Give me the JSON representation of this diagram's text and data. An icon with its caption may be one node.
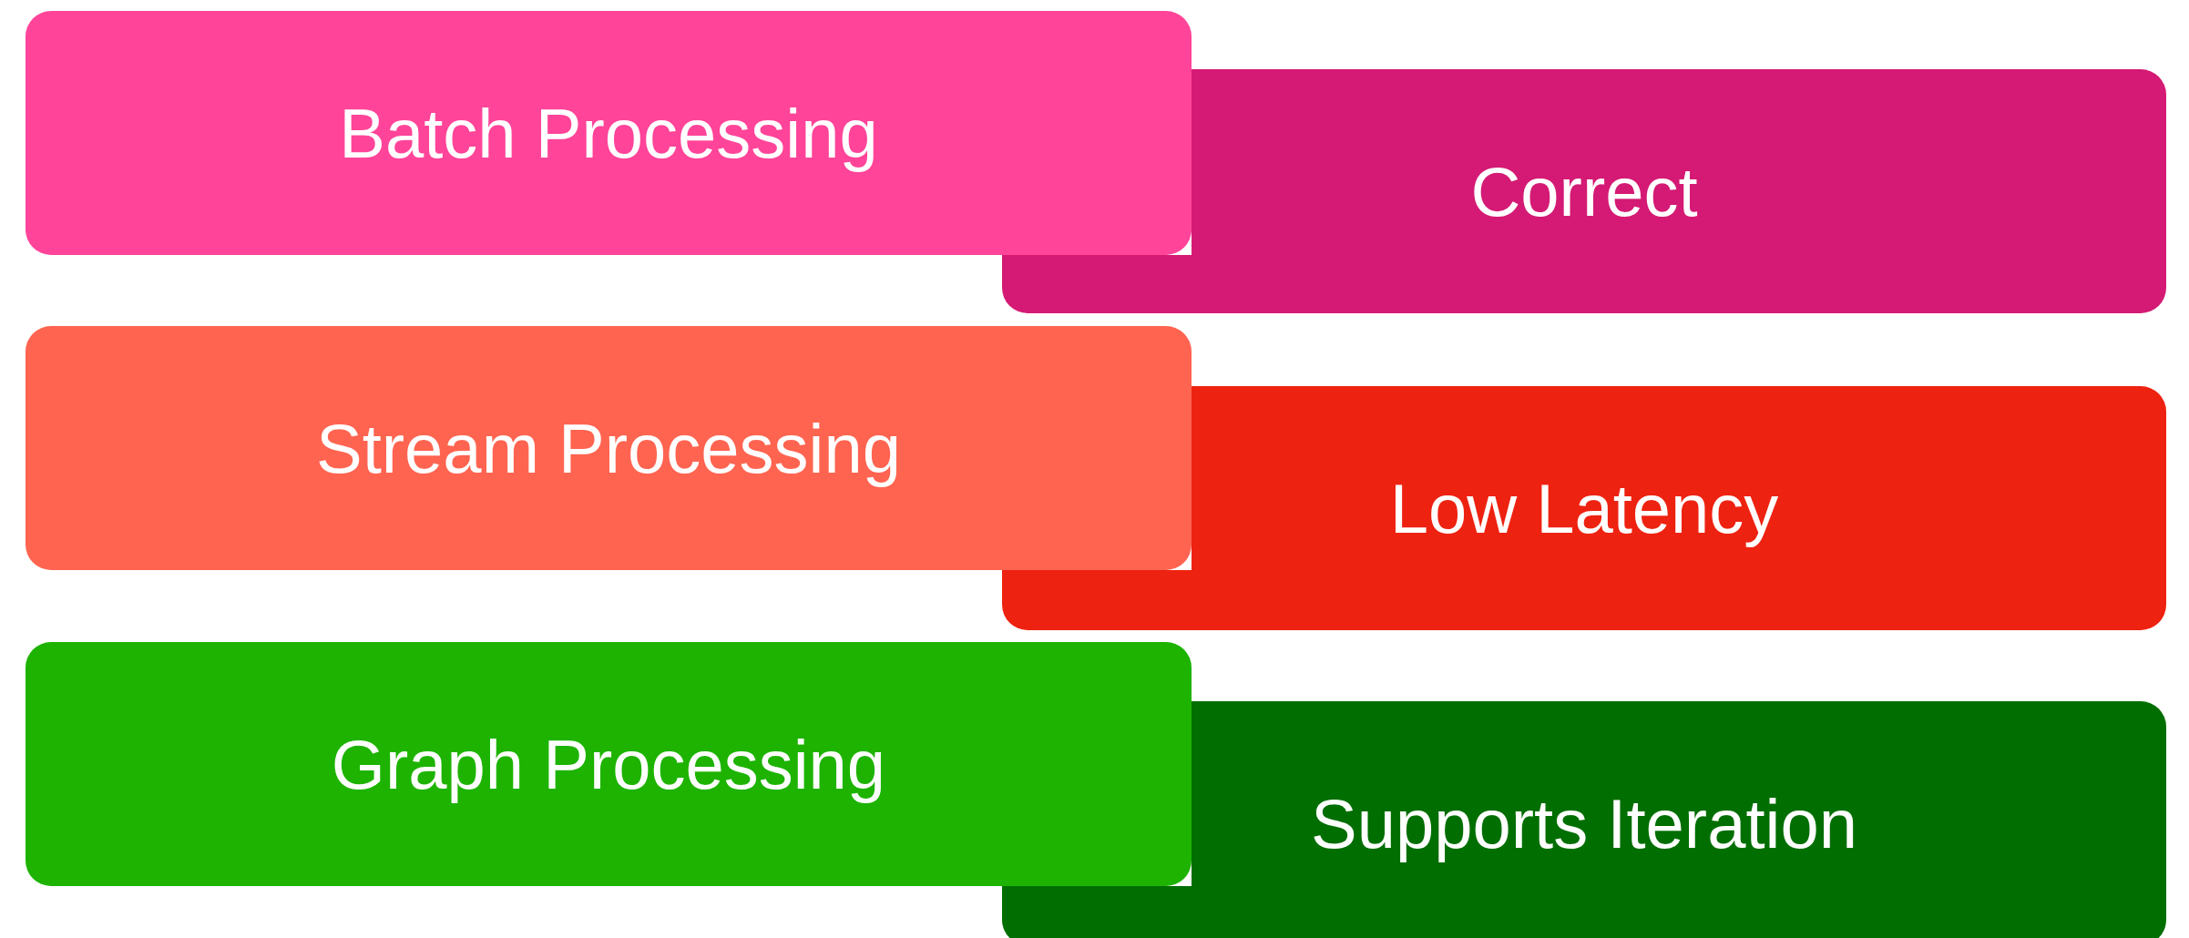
{
  "diagram": {
    "nodes": [
      {
        "text": [
          "Batch Processing"
        ]
      },
      {
        "text": [
          "Correct"
        ]
      },
      {
        "text": [
          "Stream Processing"
        ]
      },
      {
        "text": [
          "Low Latency"
        ]
      },
      {
        "text": [
          "Graph Processing"
        ]
      },
      {
        "text": [
          "Supports Iteration"
        ]
      }
    ]
  }
}
